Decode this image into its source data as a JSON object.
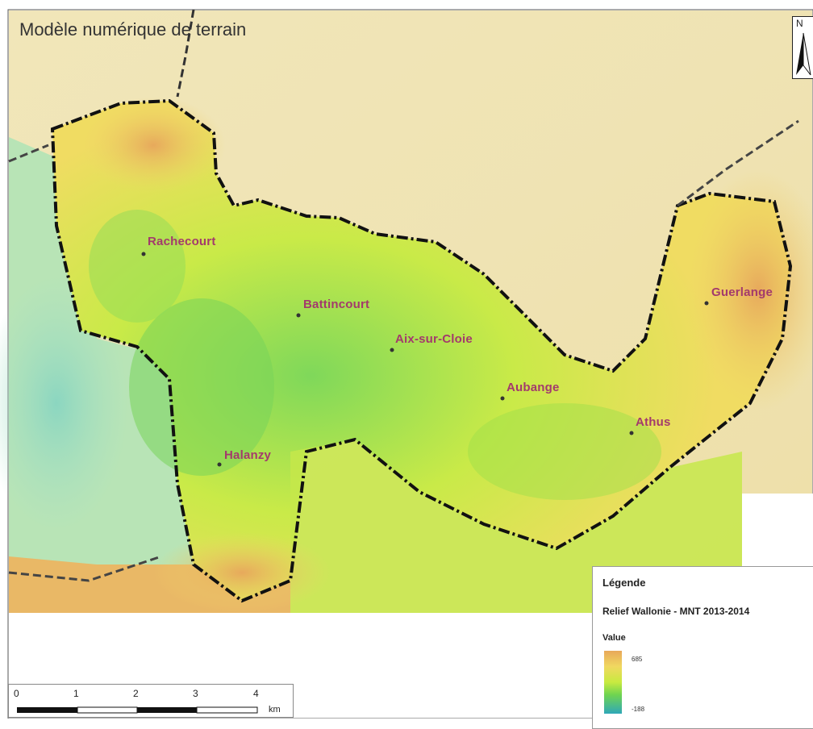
{
  "map": {
    "title": "Modèle numérique de terrain",
    "places": [
      {
        "name": "Rachecourt",
        "id": "rachecourt"
      },
      {
        "name": "Battincourt",
        "id": "battincourt"
      },
      {
        "name": "Aix-sur-Cloie",
        "id": "aix-sur-cloie"
      },
      {
        "name": "Aubange",
        "id": "aubange"
      },
      {
        "name": "Guerlange",
        "id": "guerlange"
      },
      {
        "name": "Athus",
        "id": "athus"
      },
      {
        "name": "Halanzy",
        "id": "halanzy"
      }
    ],
    "north_label": "N"
  },
  "legend": {
    "title": "Légende",
    "layer_name": "Relief Wallonie - MNT 2013-2014",
    "value_label": "Value",
    "high": "685",
    "low": "-188"
  },
  "scalebar": {
    "ticks": [
      "0",
      "1",
      "2",
      "3",
      "4"
    ],
    "unit": "km"
  },
  "colors": {
    "high_elev": "#e8a85a",
    "mid_elev": "#f0d860",
    "low_elev": "#6fd450",
    "water": "#2fa8b8",
    "label": "#a33a6c",
    "boundary": "#111111"
  }
}
